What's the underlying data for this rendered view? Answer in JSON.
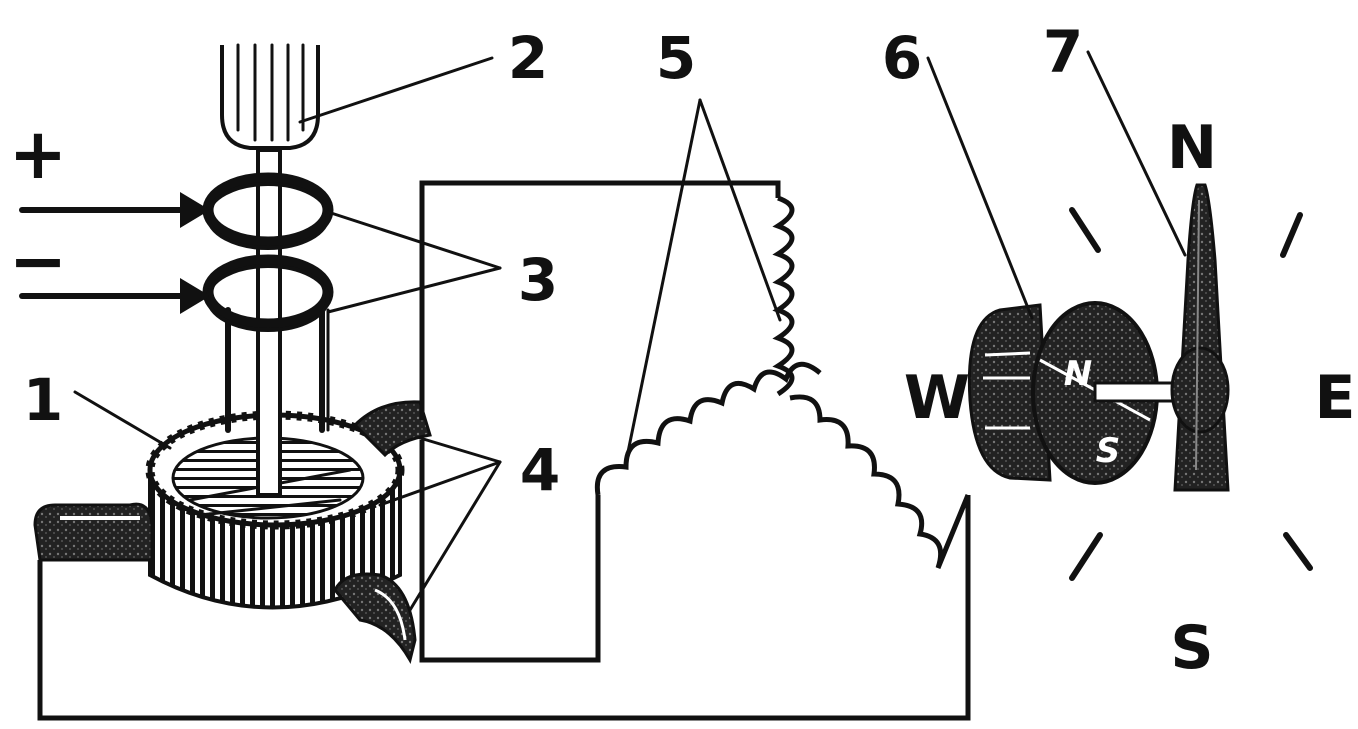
{
  "labels": {
    "n1": "1",
    "n2": "2",
    "n3": "3",
    "n4": "4",
    "n5": "5",
    "n6": "6",
    "n7": "7",
    "plus": "+",
    "minus": "−"
  },
  "compass": {
    "north": "N",
    "south": "S",
    "east": "E",
    "west": "W"
  },
  "magnet": {
    "north_pole": "N",
    "south_pole": "S"
  }
}
